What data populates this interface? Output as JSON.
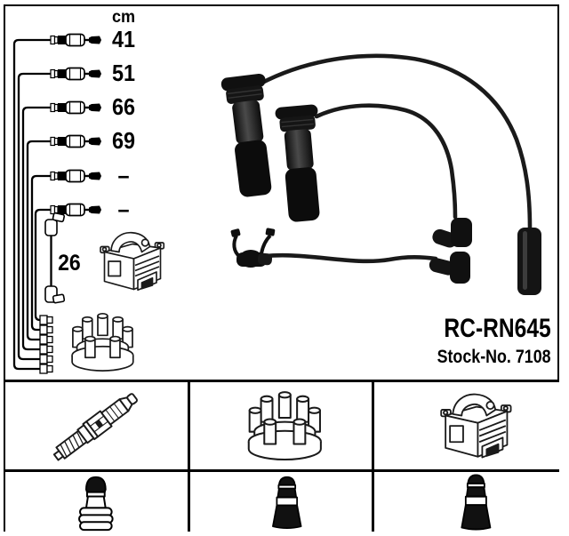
{
  "part": {
    "number": "RC-RN645",
    "stock_no": "Stock-No. 7108"
  },
  "length_table": {
    "unit_header": "cm",
    "rows": [
      "41",
      "51",
      "66",
      "69",
      "–",
      "–"
    ],
    "coil_cable_length": "26"
  },
  "colors": {
    "ink": "#000000",
    "photo_black": "#141414",
    "background": "#ffffff"
  },
  "panels": {
    "top_row": [
      {
        "icon": "spark-plug-icon"
      },
      {
        "icon": "distributor-cap-icon"
      },
      {
        "icon": "ignition-coil-icon"
      }
    ],
    "bottom_row": [
      {
        "icon": "spark-plug-terminal-icon"
      },
      {
        "icon": "plug-boot-icon"
      },
      {
        "icon": "plug-boot-icon"
      }
    ]
  }
}
